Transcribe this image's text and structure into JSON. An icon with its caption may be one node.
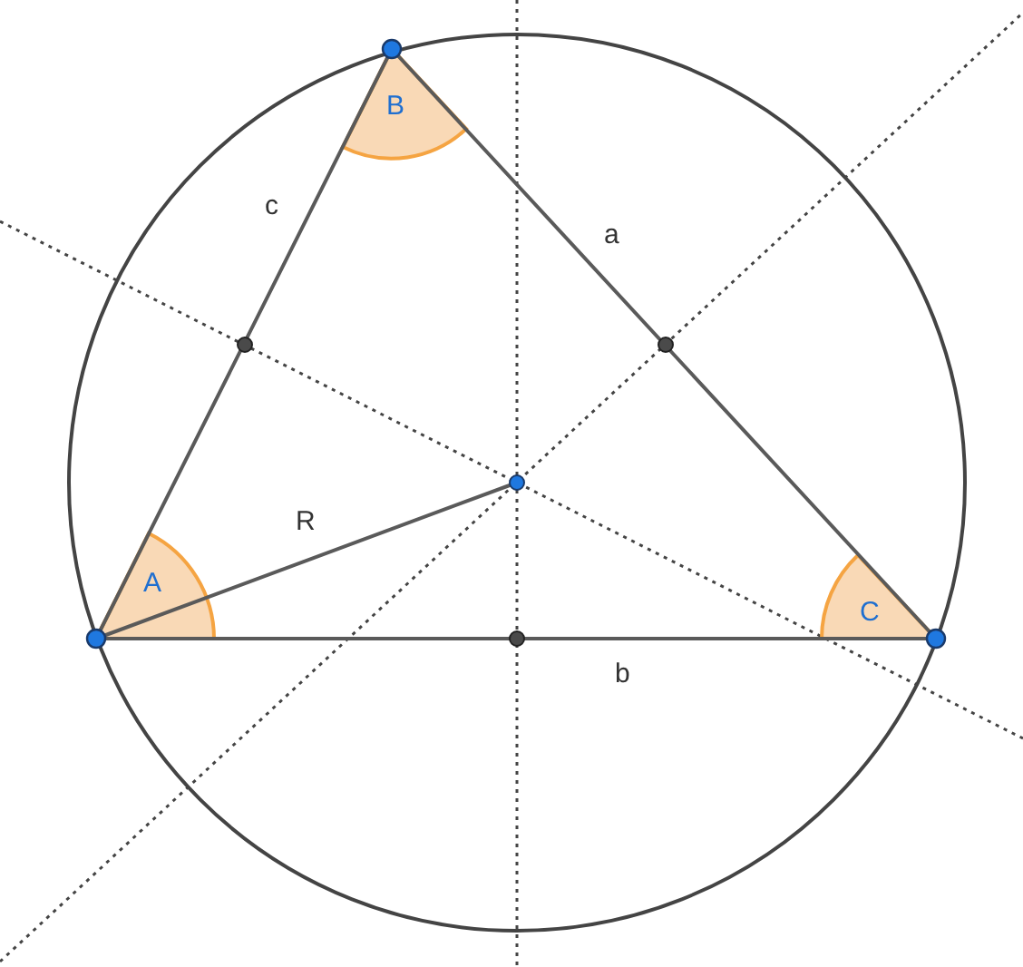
{
  "diagram": {
    "labels": [
      "B",
      "c",
      "a",
      "R",
      "A",
      "C",
      "b"
    ]
  }
}
